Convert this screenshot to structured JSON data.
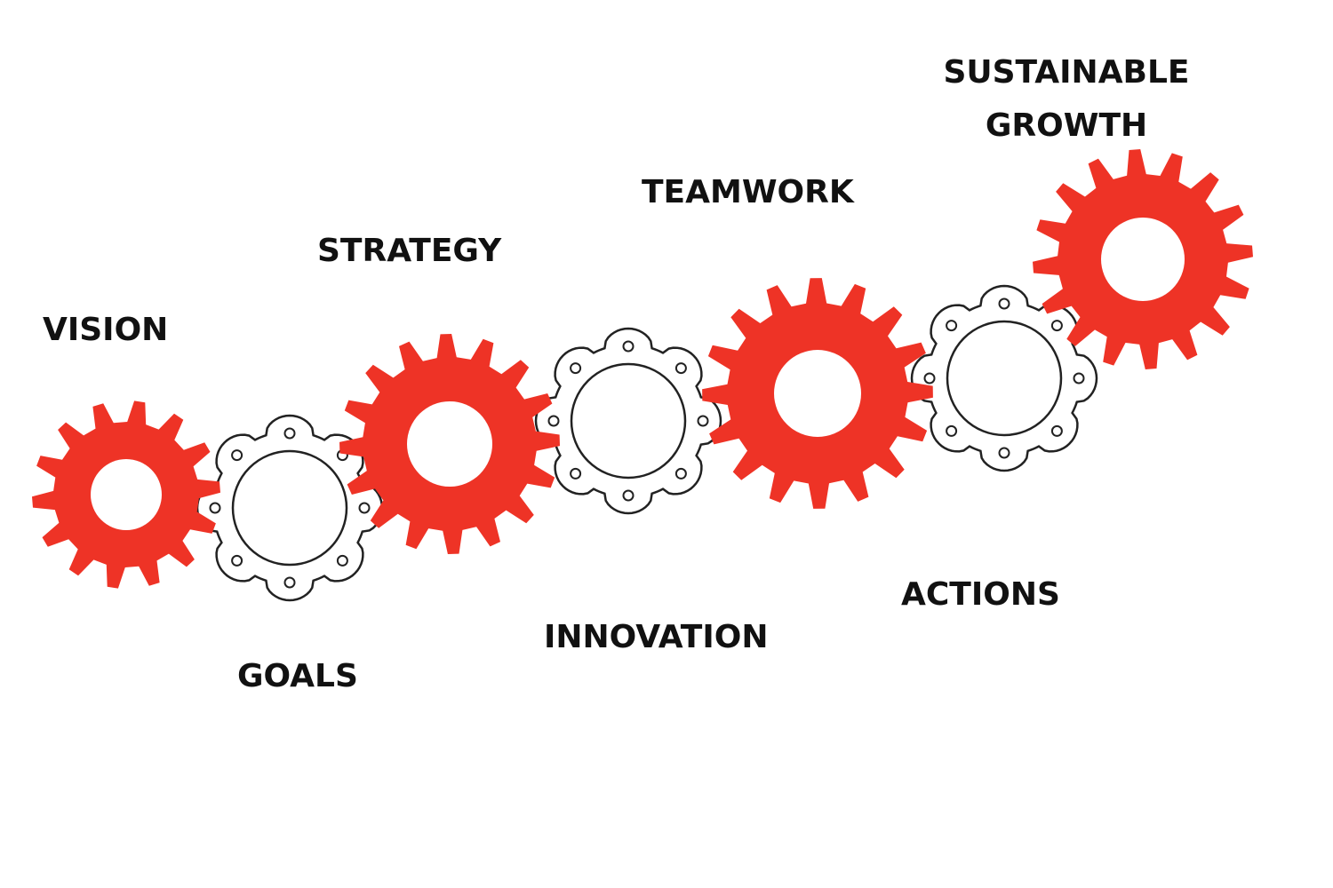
{
  "labels": {
    "vision": "VISION",
    "goals": "GOALS",
    "strategy": "STRATEGY",
    "innovation": "INNOVATION",
    "teamwork": "TEAMWORK",
    "actions": "ACTIONS",
    "sustainable_growth_line1": "SUSTAINABLE",
    "sustainable_growth_line2": "GROWTH"
  },
  "colors": {
    "red_gear": "#ee3326",
    "outline_gear_stroke": "#222222",
    "label_text": "#111111",
    "background": "#ffffff"
  },
  "icons": {
    "red_gear": "red-gear-icon",
    "outline_gear": "outline-gear-icon"
  }
}
